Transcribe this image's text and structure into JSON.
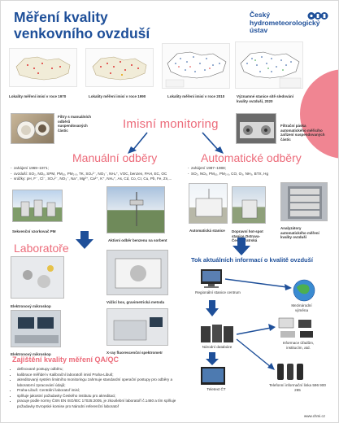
{
  "header": {
    "title_line1": "Měření kvality",
    "title_line2": "venkovního ovzduší",
    "org_line1": "Český",
    "org_line2": "hydrometeorologický",
    "org_line3": "ústav"
  },
  "maps": [
    {
      "caption": "Lokality měření imisí v roce 1970"
    },
    {
      "caption": "Lokality měření imisí v roce 1990"
    },
    {
      "caption": "Lokality měření imisí v roce 2010"
    },
    {
      "caption": "Významné stanice sítě sledování kvality ovzduší, 2020"
    }
  ],
  "filters_caption": "Filtry s manuálních odběrů suspendovaných částic",
  "imisni_heading": "Imisní monitoring",
  "sampler_caption": "Filtrační páska automatického měřicího zařízení suspendovaných částic",
  "manual": {
    "heading": "Manuální odběry",
    "bullets": [
      "zahájení 1969–1971;",
      "ovzduší: SO₂, NOₓ, SPM, PM₁₀, PM₂.₅, TK, SO₄²⁻, NO₃⁻, NH₄⁺, VOC, benzen, PAH, EC, OC",
      "srážky: pH, F⁻, Cl⁻, SO₄²⁻, NO₃⁻, Na⁺, Mg²⁺, Ca²⁺, K⁺, NH₄⁺, As, Cd, Co, Cr, Cu, Pb, Fe, Zn,..."
    ],
    "photo1_caption": "Sekvenční vzorkovač PM",
    "photo2_caption": "Aktivní odběr benzenu na sorbent"
  },
  "auto": {
    "heading": "Automatické odběry",
    "bullets": [
      "zahájení 1987–1988;",
      "SO₂, NOₓ, PM₁₀, PM₂.₅, CO, O₃, NH₃, BTX, Hg"
    ],
    "photo1_caption": "Automatická stanice",
    "photo2_caption": "Dopravní hot-spot stanice Ostrava-Českobratrská",
    "photo3_caption": "Analyzátory automatického měření kvality ovzduší"
  },
  "lab": {
    "heading": "Laboratoře",
    "photo1_caption": "Elektronový mikroskop",
    "photo2_caption": "Vážící box, gravimetrická metoda",
    "photo3_caption": "Elektronový mikroskop",
    "photo4_caption": "X-ray fluorescenční spektrometr"
  },
  "qa": {
    "heading": "Zajištění kvality měření QA/QC",
    "bullets": [
      "definované postupy odběru;",
      "kalibrace měřidel v Kalibrační laboratoři imisí Praha-Libuš;",
      "akreditovaný systém limitního monitoringu zahrnuje standardní operační postupy pro odběry a laboratorní zpracování údajů;",
      "Praha-Libuš: Centrální laboratoř imisí;",
      "splňuje jakostní požadavky Českého institutu pro akreditaci;",
      "pracuje podle normy ČSN EN ISO/IEC 17025:2005, je zkoušební laboratoří č.1460 a tím splňuje požadavky Evropské komise pro Národní referenční laboratoř"
    ]
  },
  "flow": {
    "heading": "Tok aktuálních informací o kvalitě ovzduší",
    "node_regional": "Regionální stanice centrum",
    "node_international": "Mezinárodní výměna",
    "node_db": "Národní databáze",
    "node_info": "Informace úřadům, institucím, atd.",
    "node_teletext": "Teletext ČT",
    "node_phone": "Telefonní informační linka 596 900 265"
  },
  "footer": {
    "url": "www.chmi.cz"
  },
  "colors": {
    "accent": "#ec6b7a",
    "brand": "#1e4f99",
    "arrow": "#1e4f99",
    "circle": "#f08592"
  }
}
